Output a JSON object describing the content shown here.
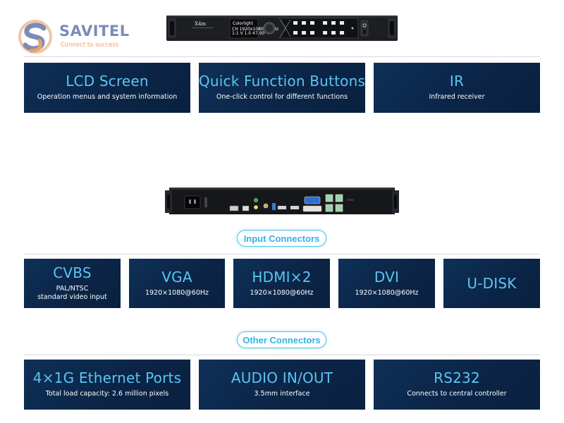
{
  "logo": {
    "wordmark": "SAVITEL",
    "tagline": "Connect to success"
  },
  "front_panel": {
    "brand": "X4m",
    "lcd_brand": "Colorlight",
    "lcd_line1": "CH 1920x1080@60Hz",
    "lcd_line2": "1:1 V 1.0   47.00"
  },
  "front_features": [
    {
      "title": "LCD Screen",
      "desc": "Operation menus and system information"
    },
    {
      "title": "Quick Function Buttons",
      "desc": "One-click control for different functions"
    },
    {
      "title": "IR",
      "desc": "Infrared receiver"
    }
  ],
  "input_section": {
    "label": "Input Connectors",
    "items": [
      {
        "title": "CVBS",
        "desc": "PAL/NTSC",
        "desc2": "standard video input"
      },
      {
        "title": "VGA",
        "desc": "1920×1080@60Hz",
        "desc2": ""
      },
      {
        "title": "HDMI×2",
        "desc": "1920×1080@60Hz",
        "desc2": ""
      },
      {
        "title": "DVI",
        "desc": "1920×1080@60Hz",
        "desc2": ""
      },
      {
        "title": "U-DISK",
        "desc": "",
        "desc2": ""
      }
    ]
  },
  "other_section": {
    "label": "Other Connectors",
    "items": [
      {
        "title": "4×1G Ethernet Ports",
        "desc": "Total load capacity: 2.6 million pixels"
      },
      {
        "title": "AUDIO IN/OUT",
        "desc": "3.5mm interface"
      },
      {
        "title": "RS232",
        "desc": "Connects to central controller"
      }
    ]
  },
  "colors": {
    "card_bg": "#0b2547",
    "title_blue": "#5bc5f2",
    "pill_border": "#4fc2ea",
    "logo_blue": "#7b8bb8",
    "logo_orange": "#e8a06a"
  }
}
